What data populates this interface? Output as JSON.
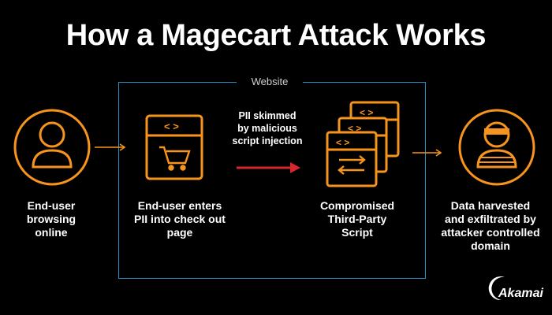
{
  "title": "How a Magecart Attack Works",
  "website_label": "Website",
  "steps": [
    {
      "lines": [
        "End-user",
        "browsing",
        "online"
      ]
    },
    {
      "lines": [
        "End-user enters",
        "PII into check out",
        "page"
      ]
    },
    {
      "lines": [
        "Compromised",
        "Third-Party",
        "Script"
      ]
    },
    {
      "lines": [
        "Data harvested",
        "and exfiltrated by",
        "attacker controlled",
        "domain"
      ]
    }
  ],
  "arrow_label": {
    "lines": [
      "PII skimmed",
      "by malicious",
      "script injection"
    ]
  },
  "icon_glyphs": {
    "code": "< >",
    "swap": "⇄"
  },
  "logo": {
    "text": "Akamai"
  },
  "colors": {
    "background": "#000000",
    "accent_orange": "#f7941d",
    "website_border": "#2b8fc4",
    "attack_arrow": "#d7262e",
    "text": "#ffffff"
  },
  "icons": [
    "user-icon",
    "browser-cart-icon",
    "third-party-script-icon",
    "attacker-icon"
  ]
}
